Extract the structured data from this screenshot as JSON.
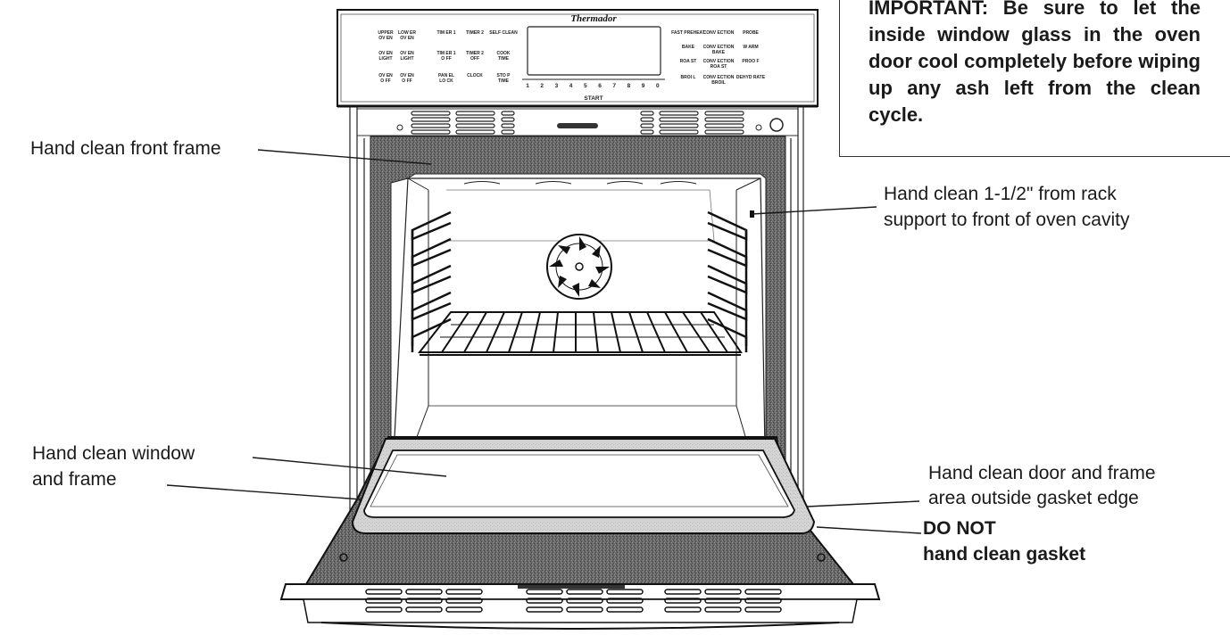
{
  "notice": {
    "text": "IMPORTANT:  Be sure to let the inside window glass in the oven door cool completely before wiping up any ash left from the clean cycle."
  },
  "callouts": {
    "front_frame": "Hand clean front frame",
    "rack_support_line1": "Hand clean 1-1/2\" from rack",
    "rack_support_line2": "support to front of oven cavity",
    "window_line1": "Hand clean window",
    "window_line2": "and frame",
    "door_line1": "Hand clean door and frame",
    "door_line2": "area outside gasket edge",
    "gasket_line1": "DO NOT",
    "gasket_line2": "hand clean gasket"
  },
  "control_panel": {
    "brand": "Thermador",
    "left_buttons": [
      [
        "UPPER",
        "OV EN"
      ],
      [
        "LOW ER",
        "OV EN"
      ],
      [
        "TIM ER 1"
      ],
      [
        "TIMER 2"
      ],
      [
        "SELF CLEAN"
      ],
      [
        "OV EN",
        "LIGHT"
      ],
      [
        "OV EN",
        "LIGHT"
      ],
      [
        "TIM ER 1",
        "O FF"
      ],
      [
        "TIMER 2",
        "OFF"
      ],
      [
        "COOK",
        "TIME"
      ],
      [
        "OV EN",
        "O FF"
      ],
      [
        "OV EN",
        "O FF"
      ],
      [
        "PAN EL",
        "LO CK"
      ],
      [
        "CLOCK"
      ],
      [
        "STO P",
        "TIME"
      ]
    ],
    "right_buttons": [
      [
        "FAST PREHEAT"
      ],
      [
        "CONV ECTION"
      ],
      [
        "PROBE"
      ],
      [
        "BAKE"
      ],
      [
        "CONV ECTION",
        "BAKE"
      ],
      [
        "W ARM"
      ],
      [
        "ROA ST"
      ],
      [
        "CONV ECTION",
        "ROA ST"
      ],
      [
        "PROO F"
      ],
      [
        "BROI L"
      ],
      [
        "CONV ECTION",
        "BROIL"
      ],
      [
        "DEHYD RATE"
      ]
    ],
    "digits": [
      "1",
      "2",
      "3",
      "4",
      "5",
      "6",
      "7",
      "8",
      "9",
      "0"
    ],
    "start_label": "START"
  },
  "colors": {
    "ink": "#1a1a1a",
    "gasket_texture": "#5a5a5a",
    "background": "#ffffff"
  }
}
